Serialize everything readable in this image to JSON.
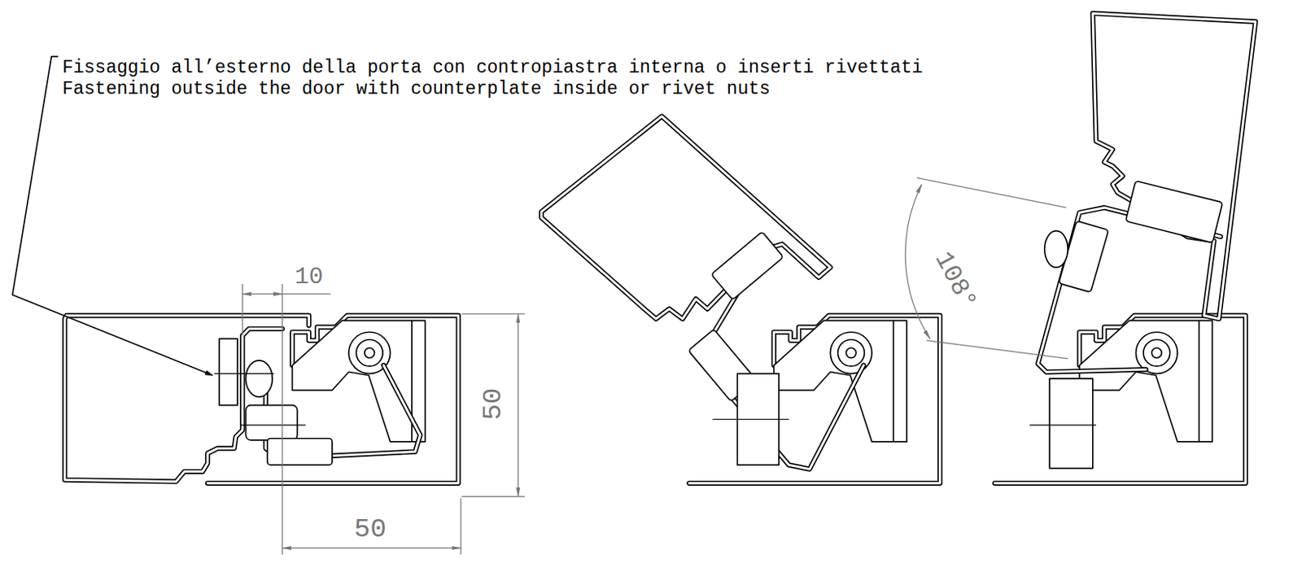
{
  "diagram": {
    "labels": [
      "Fissaggio all’esterno della porta con contropiastra interna o inserti rivettati",
      "Fastening outside the door with counterplate inside or rivet nuts",
      "10",
      "50",
      "50",
      "108°"
    ]
  }
}
